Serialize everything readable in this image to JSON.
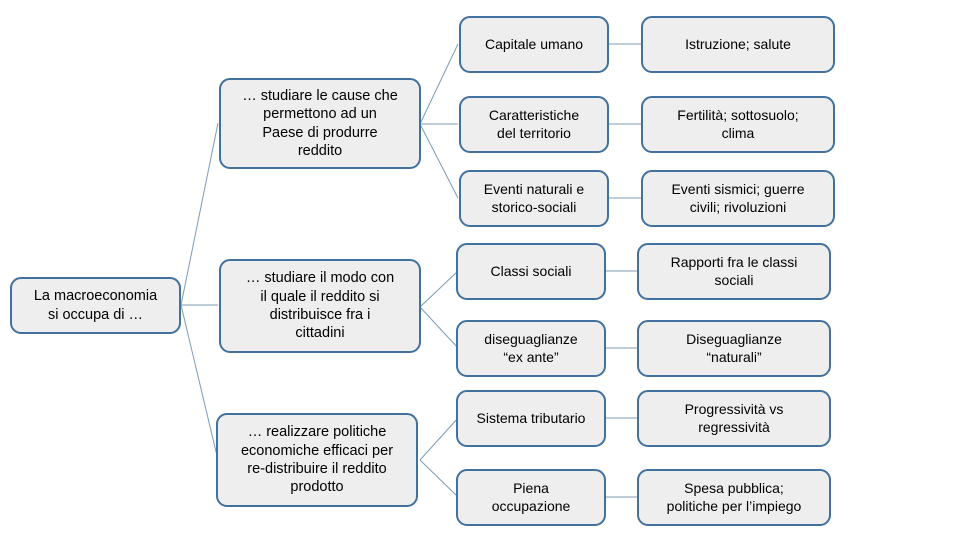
{
  "diagram": {
    "title": "La macroeconomia si occupa di ... (mappa concettuale)",
    "type": "tree",
    "colors": {
      "node_border": "#41719C",
      "node_fill": "#EEEEEE",
      "edge": "#7C9BB5",
      "text": "#000000",
      "background": "#FFFFFF"
    },
    "root": {
      "id": "root",
      "label": "La macroeconomia\nsi occupa di …"
    },
    "branches": [
      {
        "id": "branch-1",
        "label": "… studiare le cause che\npermettono ad un\nPaese di produrre\nreddito",
        "topics": [
          {
            "id": "topic-capitale-umano",
            "label": "Capitale umano",
            "detail": {
              "id": "detail-istruzione-salute",
              "label": "Istruzione; salute"
            }
          },
          {
            "id": "topic-caratteristiche-territorio",
            "label": "Caratteristiche\ndel territorio",
            "detail": {
              "id": "detail-fertilita-sottosuolo-clima",
              "label": "Fertilità; sottosuolo;\nclima"
            }
          },
          {
            "id": "topic-eventi-naturali",
            "label": "Eventi naturali e\nstorico-sociali",
            "detail": {
              "id": "detail-eventi-sismici",
              "label": "Eventi sismici; guerre\ncivili; rivoluzioni"
            }
          }
        ]
      },
      {
        "id": "branch-2",
        "label": "… studiare il modo con\nil quale il reddito si\ndistribuisce fra i\ncittadini",
        "topics": [
          {
            "id": "topic-classi-sociali",
            "label": "Classi sociali",
            "detail": {
              "id": "detail-rapporti-classi",
              "label": "Rapporti fra le classi\nsociali"
            }
          },
          {
            "id": "topic-diseguaglianze-ex-ante",
            "label": "diseguaglianze\n“ex ante”",
            "detail": {
              "id": "detail-diseguaglianze-naturali",
              "label": "Diseguaglianze\n“naturali”"
            }
          }
        ]
      },
      {
        "id": "branch-3",
        "label": "… realizzare politiche\neconomiche efficaci per\nre-distribuire il reddito\nprodotto",
        "topics": [
          {
            "id": "topic-sistema-tributario",
            "label": "Sistema tributario",
            "detail": {
              "id": "detail-progressivita",
              "label": "Progressività vs\nregressività"
            }
          },
          {
            "id": "topic-piena-occupazione",
            "label": "Piena\noccupazione",
            "detail": {
              "id": "detail-spesa-pubblica",
              "label": "Spesa pubblica;\npolitiche per l’impiego"
            }
          }
        ]
      }
    ]
  }
}
